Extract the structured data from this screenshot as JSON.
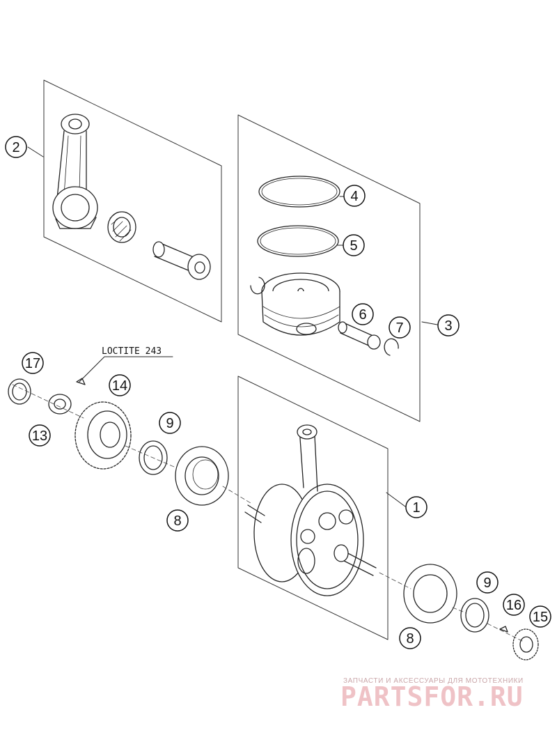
{
  "callouts": [
    {
      "id": "part-1",
      "label": "1"
    },
    {
      "id": "part-2",
      "label": "2"
    },
    {
      "id": "part-3",
      "label": "3"
    },
    {
      "id": "part-4",
      "label": "4"
    },
    {
      "id": "part-5",
      "label": "5"
    },
    {
      "id": "part-6",
      "label": "6"
    },
    {
      "id": "part-7",
      "label": "7"
    },
    {
      "id": "part-8a",
      "label": "8"
    },
    {
      "id": "part-8b",
      "label": "8"
    },
    {
      "id": "part-9a",
      "label": "9"
    },
    {
      "id": "part-9b",
      "label": "9"
    },
    {
      "id": "part-13",
      "label": "13"
    },
    {
      "id": "part-14",
      "label": "14"
    },
    {
      "id": "part-15",
      "label": "15"
    },
    {
      "id": "part-16",
      "label": "16"
    },
    {
      "id": "part-17",
      "label": "17"
    }
  ],
  "note": {
    "text": "LOCTITE 243"
  },
  "watermark": {
    "tagline": "ЗАПЧАСТИ И АКСЕССУАРЫ ДЛЯ МОТОТЕХНИКИ",
    "brand": "PARTSFOR.RU"
  }
}
